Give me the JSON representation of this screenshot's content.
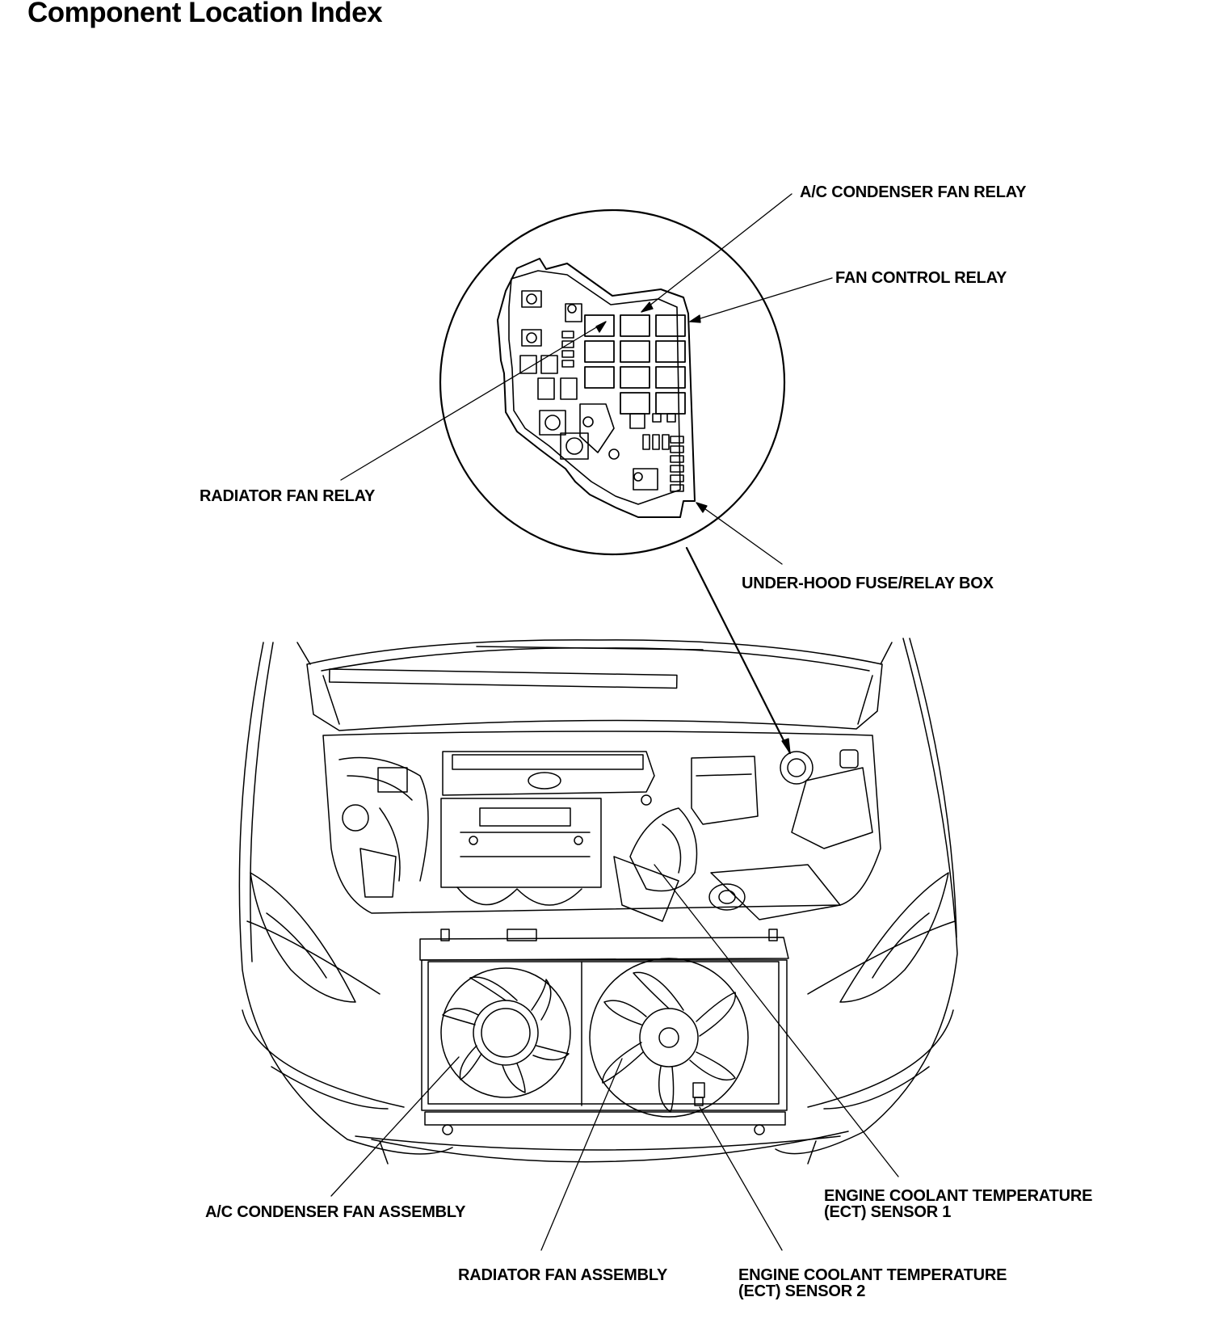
{
  "page": {
    "title": "Component Location Index"
  },
  "callouts": {
    "ac_condenser_fan_relay": "A/C CONDENSER FAN RELAY",
    "fan_control_relay": "FAN CONTROL RELAY",
    "radiator_fan_relay": "RADIATOR FAN RELAY",
    "under_hood_fuse_relay_box": "UNDER-HOOD FUSE/RELAY BOX",
    "ac_condenser_fan_assembly": "A/C CONDENSER FAN ASSEMBLY",
    "radiator_fan_assembly": "RADIATOR FAN ASSEMBLY",
    "ect_sensor_1_line1": "ENGINE COOLANT TEMPERATURE",
    "ect_sensor_1_line2": "(ECT) SENSOR 1",
    "ect_sensor_2_line1": "ENGINE COOLANT TEMPERATURE",
    "ect_sensor_2_line2": "(ECT) SENSOR 2"
  },
  "colors": {
    "ink": "#000000",
    "paper": "#ffffff"
  }
}
